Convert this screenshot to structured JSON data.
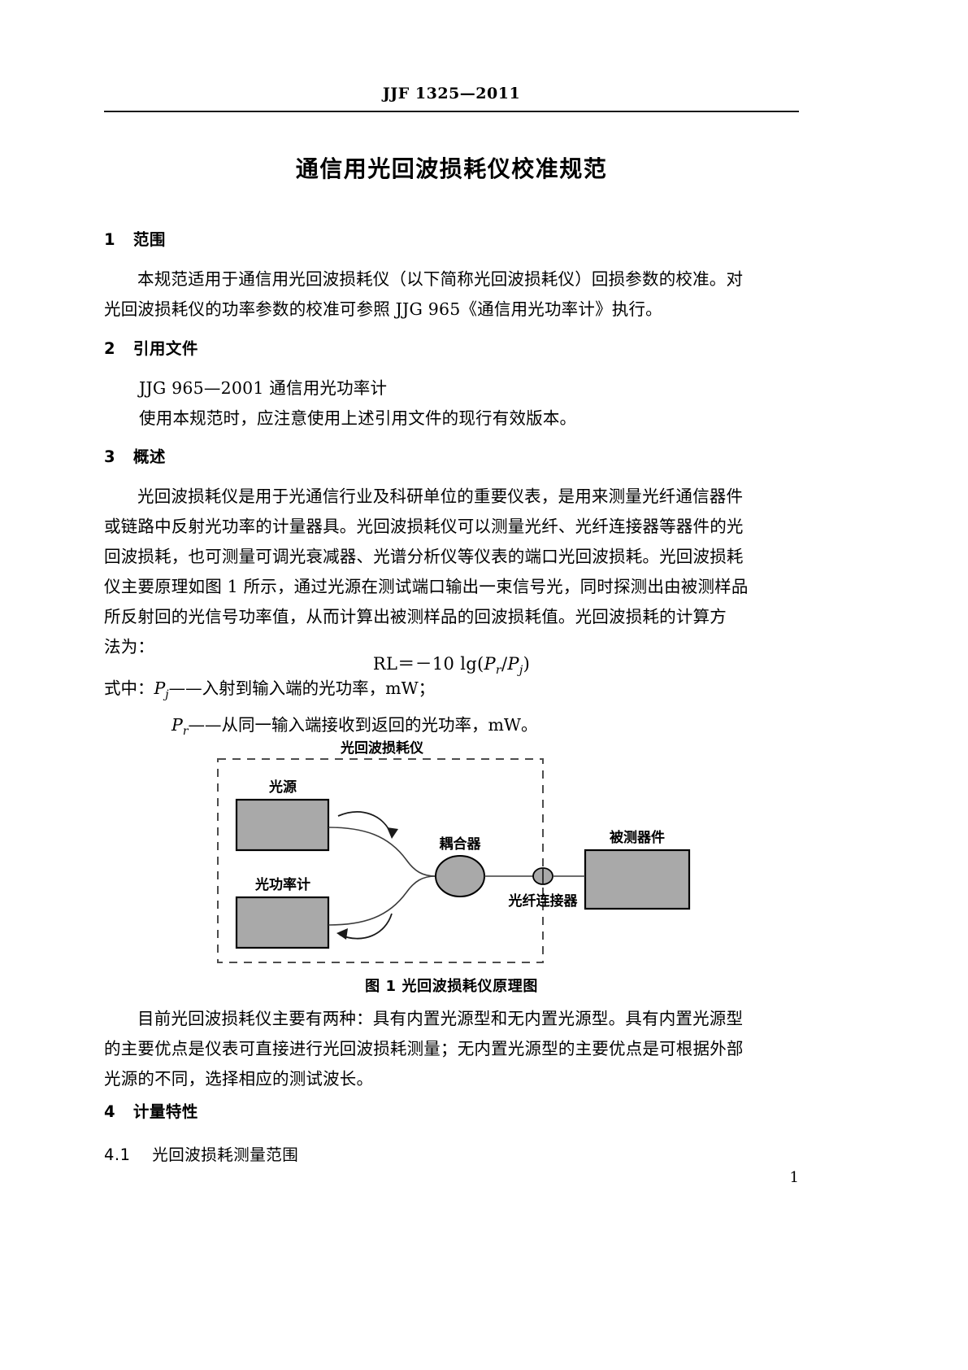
{
  "header": {
    "standard_code": "JJF 1325—2011"
  },
  "title": "通信用光回波损耗仪校准规范",
  "sections": {
    "s1": {
      "heading": "1   范围",
      "p1_line1": "本规范适用于通信用光回波损耗仪（以下简称光回波损耗仪）回损参数的校准。对",
      "p1_line2": "光回波损耗仪的功率参数的校准可参照 JJG 965《通信用光功率计》执行。"
    },
    "s2": {
      "heading": "2   引用文件",
      "ref1": "JJG 965—2001    通信用光功率计",
      "ref2": "使用本规范时，应注意使用上述引用文件的现行有效版本。"
    },
    "s3": {
      "heading": "3   概述",
      "p1_line1": "光回波损耗仪是用于光通信行业及科研单位的重要仪表，是用来测量光纤通信器件",
      "p1_line2": "或链路中反射光功率的计量器具。光回波损耗仪可以测量光纤、光纤连接器等器件的光",
      "p1_line3": "回波损耗，也可测量可调光衰减器、光谱分析仪等仪表的端口光回波损耗。光回波损耗",
      "p1_line4": "仪主要原理如图 1 所示，通过光源在测试端口输出一束信号光，同时探测出由被测样品",
      "p1_line5": "所反射回的光信号功率值，从而计算出被测样品的回波损耗值。光回波损耗的计算方",
      "p1_line6": "法为：",
      "formula": "RL＝－10 lg(Pr/Pj)",
      "formula_parts": {
        "lhs": "RL",
        "eq": "＝",
        "rhs_prefix": "－10 lg(",
        "num_sym": "P",
        "num_sub": "r",
        "slash": "/",
        "den_sym": "P",
        "den_sub": "j",
        "rhs_suffix": ")"
      },
      "def_intro": "式中：",
      "def1": {
        "symbol": "P",
        "subscript": "j",
        "dash": "——",
        "text": "入射到输入端的光功率，mW；"
      },
      "def2": {
        "symbol": "P",
        "subscript": "r",
        "dash": "——",
        "text": "从同一输入端接收到返回的光功率，mW。"
      },
      "p2_line1": "目前光回波损耗仪主要有两种：具有内置光源型和无内置光源型。具有内置光源型",
      "p2_line2": "的主要优点是仪表可直接进行光回波损耗测量；无内置光源型的主要优点是可根据外部",
      "p2_line3": "光源的不同，选择相应的测试波长。"
    },
    "s4": {
      "heading": "4   计量特性",
      "sub41": "4.1    光回波损耗测量范围"
    }
  },
  "figure": {
    "caption": "图 1    光回波损耗仪原理图",
    "labels": {
      "instrument": "光回波损耗仪",
      "light_source": "光源",
      "power_meter": "光功率计",
      "coupler": "耦合器",
      "fiber_connector": "光纤连接器",
      "dut": "被测器件"
    },
    "colors": {
      "box_fill": "#a9a9a9",
      "box_stroke": "#000000",
      "dashed_stroke": "#4d4d4d",
      "line_stroke": "#3c3c3c"
    }
  },
  "page_number": "1"
}
